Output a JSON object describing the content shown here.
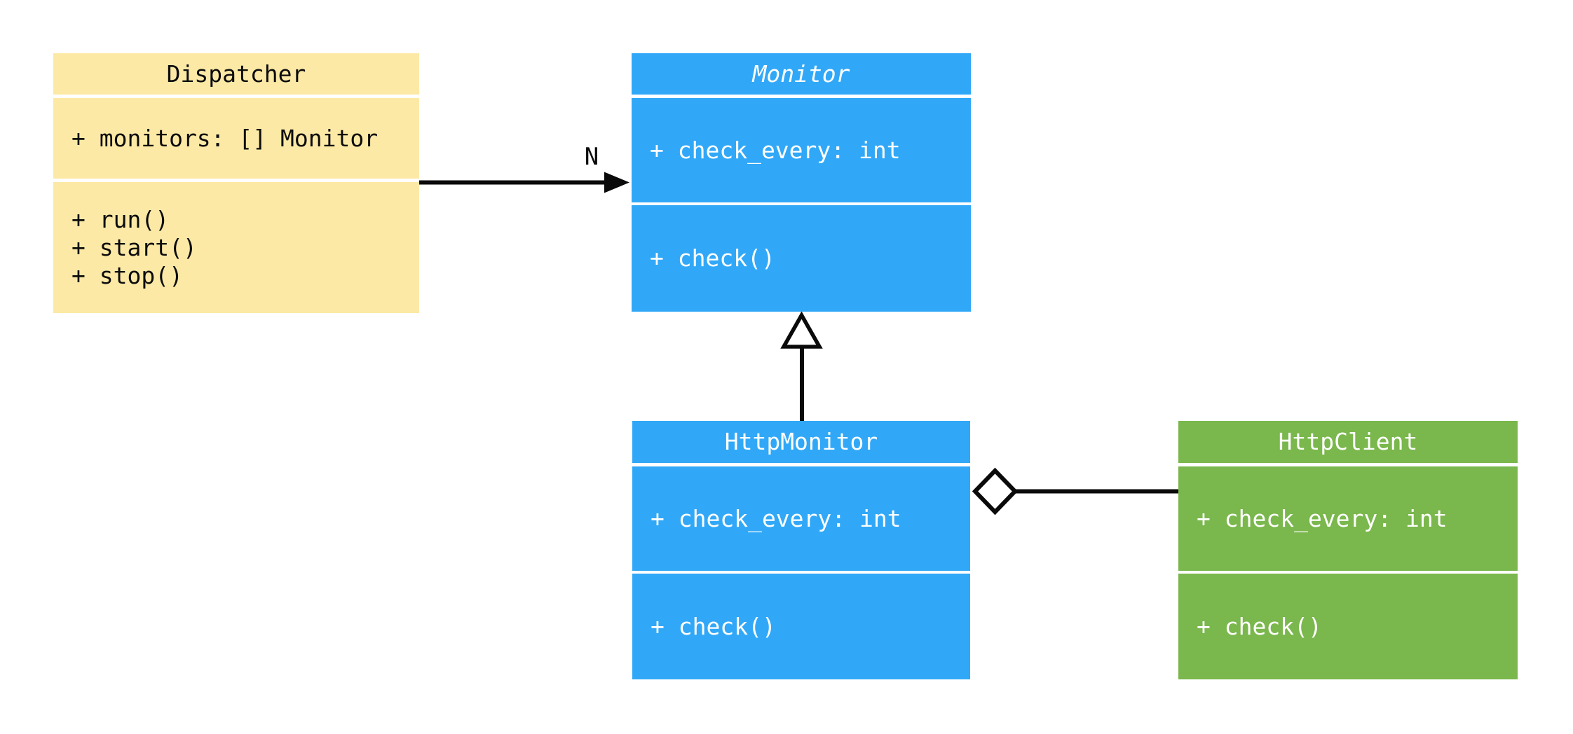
{
  "diagram": {
    "kind": "uml-class-diagram",
    "background": "#ffffff",
    "classes": [
      {
        "name": "Dispatcher",
        "abstract": false,
        "fill": "#fce9a6",
        "text_color": "#0c0c0c",
        "attributes": [
          "+ monitors: [] Monitor"
        ],
        "methods": [
          "+ run()",
          "+ start()",
          "+ stop()"
        ]
      },
      {
        "name": "Monitor",
        "abstract": true,
        "fill": "#31a8f7",
        "text_color": "#ffffff",
        "attributes": [
          "+ check_every: int"
        ],
        "methods": [
          "+ check()"
        ]
      },
      {
        "name": "HttpMonitor",
        "abstract": false,
        "fill": "#31a8f7",
        "text_color": "#ffffff",
        "attributes": [
          "+ check_every: int"
        ],
        "methods": [
          "+ check()"
        ]
      },
      {
        "name": "HttpClient",
        "abstract": false,
        "fill": "#7ab74c",
        "text_color": "#ffffff",
        "attributes": [
          "+ check_every: int"
        ],
        "methods": [
          "+ check()"
        ]
      }
    ],
    "relations": [
      {
        "type": "association",
        "from": "Dispatcher",
        "to": "Monitor",
        "label": "N",
        "marker": "filled-arrowhead"
      },
      {
        "type": "inheritance",
        "from": "HttpMonitor",
        "to": "Monitor",
        "label": "",
        "marker": "hollow-triangle"
      },
      {
        "type": "aggregation",
        "from": "HttpMonitor",
        "to": "HttpClient",
        "label": "",
        "marker": "hollow-diamond"
      }
    ],
    "edge_color": "#0a0a0a"
  }
}
